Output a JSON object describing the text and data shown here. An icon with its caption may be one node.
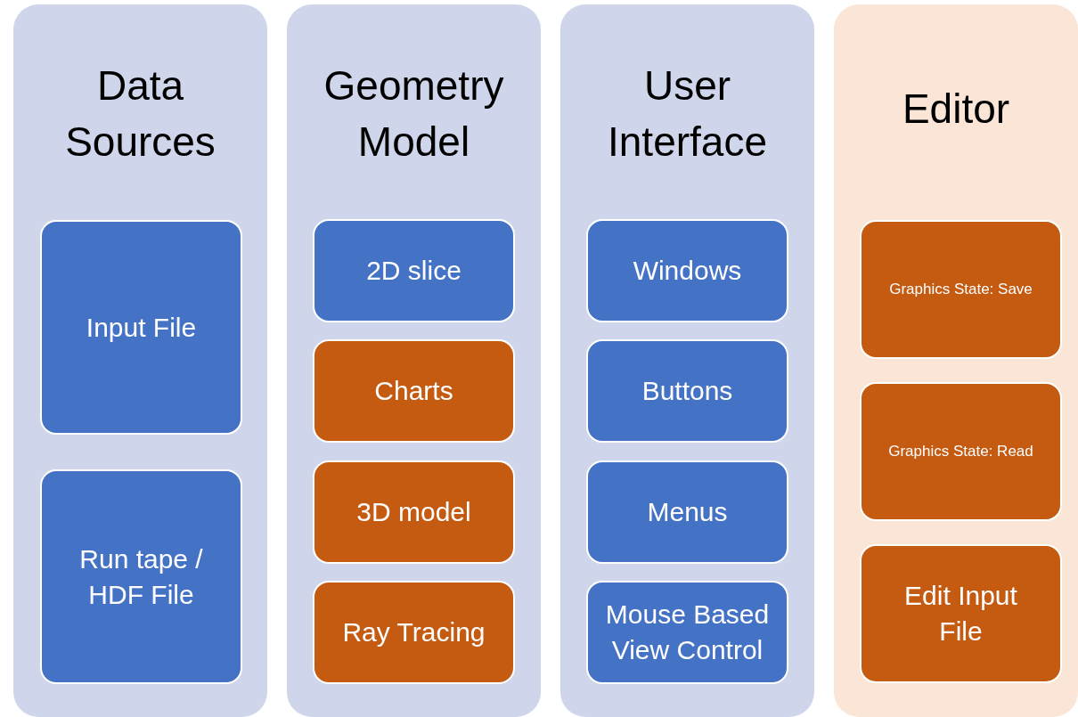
{
  "diagram": {
    "nodes": [
      {
        "text": [
          "Data Sources"
        ]
      },
      {
        "text": [
          "Input File"
        ],
        "in": 0
      },
      {
        "text": [
          "Run tape / HDF File"
        ],
        "in": 0
      },
      {
        "text": [
          "Geometry Model"
        ]
      },
      {
        "text": [
          "2D slice"
        ],
        "in": 3
      },
      {
        "text": [
          "Charts"
        ],
        "in": 3
      },
      {
        "text": [
          "3D model"
        ],
        "in": 3
      },
      {
        "text": [
          "Ray Tracing"
        ],
        "in": 3
      },
      {
        "text": [
          "User Interface"
        ]
      },
      {
        "text": [
          "Windows"
        ],
        "in": 8
      },
      {
        "text": [
          "Buttons"
        ],
        "in": 8
      },
      {
        "text": [
          "Menus"
        ],
        "in": 8
      },
      {
        "text": [
          "Mouse Based View Control"
        ],
        "in": 8
      },
      {
        "text": [
          "Editor"
        ]
      },
      {
        "text": [
          "Graphics State: Save"
        ],
        "in": 13
      },
      {
        "text": [
          "Graphics State: Read"
        ],
        "in": 13
      },
      {
        "text": [
          "Edit Input File"
        ],
        "in": 13
      }
    ]
  }
}
